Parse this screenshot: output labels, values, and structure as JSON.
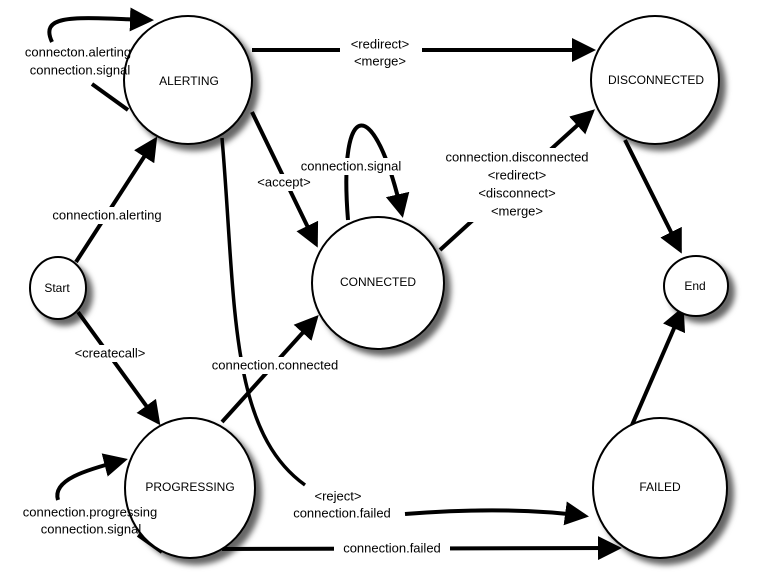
{
  "states": {
    "start": "Start",
    "alerting": "ALERTING",
    "disconnected": "DISCONNECTED",
    "connected": "CONNECTED",
    "end": "End",
    "progressing": "PROGRESSING",
    "failed": "FAILED"
  },
  "transitions": {
    "start_to_alerting": [
      "connection.alerting"
    ],
    "alerting_self": [
      "connecton.alerting",
      "connection.signal"
    ],
    "alerting_to_disconnected": [
      "<redirect>",
      "<merge>"
    ],
    "alerting_to_connected": [
      "<accept>"
    ],
    "alerting_to_failed": [
      "<reject>",
      "connection.failed"
    ],
    "connected_self": [
      "connection.signal"
    ],
    "connected_to_disconnected": [
      "connection.disconnected",
      "<redirect>",
      "<disconnect>",
      "<merge>"
    ],
    "start_to_progressing": [
      "<createcall>"
    ],
    "progressing_to_connected": [
      "connection.connected"
    ],
    "progressing_self": [
      "connection.progressing",
      "connection.signal"
    ],
    "progressing_to_failed": [
      "connection.failed"
    ]
  }
}
